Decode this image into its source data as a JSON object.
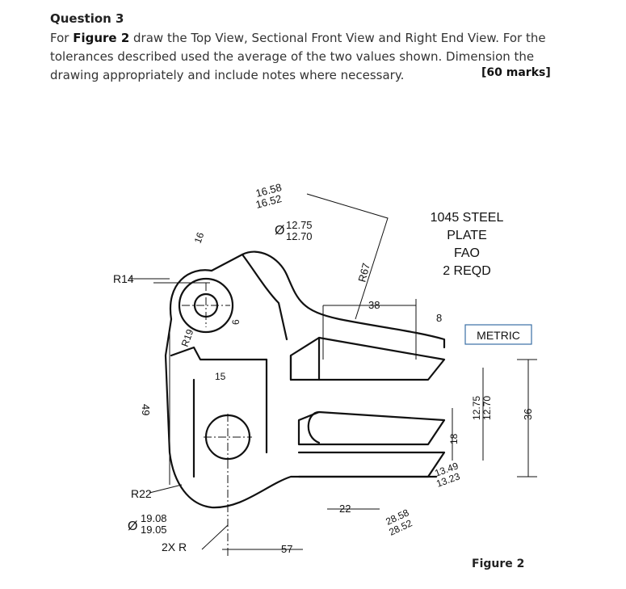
{
  "question": {
    "title": "Question 3",
    "body_lead": "For ",
    "body_figure_ref": "Figure 2",
    "body_rest": " draw the Top View, Sectional Front View and Right End View. For the tolerances described used the average of the two values shown. Dimension the drawing appropriately and include notes where necessary.",
    "marks": "[60 marks]"
  },
  "figure": {
    "caption": "Figure 2",
    "notes": {
      "material_line1": "1045 STEEL",
      "material_line2": "PLATE",
      "material_line3": "FAO",
      "material_line4": "2 REQD",
      "units": "METRIC"
    },
    "dimensions": {
      "slot_upper": "16.58",
      "slot_lower": "16.52",
      "hole_dia_upper": "12.75",
      "hole_dia_lower": "12.70",
      "small_16": "16",
      "r14": "R14",
      "r67": "R67",
      "d38": "38",
      "d8": "8",
      "r19": "R19",
      "d6": "6",
      "d15": "15",
      "d49": "49",
      "right_1275": "12.75",
      "right_1270": "12.70",
      "d36": "36",
      "d18": "18",
      "tol_1349": "13.49",
      "tol_1323": "13.23",
      "r22": "R22",
      "bore_upper": "19.08",
      "bore_lower": "19.05",
      "d22": "22",
      "tol_2858": "28.58",
      "tol_2852": "28.52",
      "rx2": "2X R",
      "d57": "57",
      "dia_symbol": "Ø"
    }
  }
}
